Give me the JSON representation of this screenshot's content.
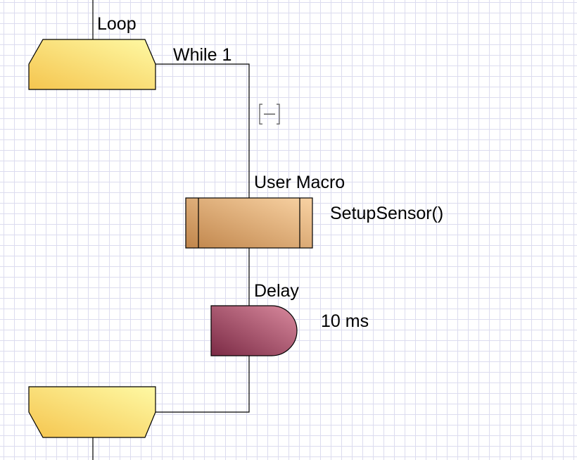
{
  "flowchart": {
    "loop": {
      "label": "Loop",
      "condition": "While 1"
    },
    "collapse_button": {
      "symbol": "minus"
    },
    "user_macro": {
      "label": "User Macro",
      "call": "SetupSensor()"
    },
    "delay": {
      "label": "Delay",
      "value": "10 ms"
    }
  },
  "colors": {
    "grid": "#dcdcef",
    "loop_fill_dark": "#f5c54f",
    "loop_fill_light": "#fef9a4",
    "macro_fill_dark": "#c0854b",
    "macro_fill_light": "#f9d3a4",
    "delay_fill_dark": "#7b2a45",
    "delay_fill_light": "#d98a9e",
    "line": "#000000"
  }
}
